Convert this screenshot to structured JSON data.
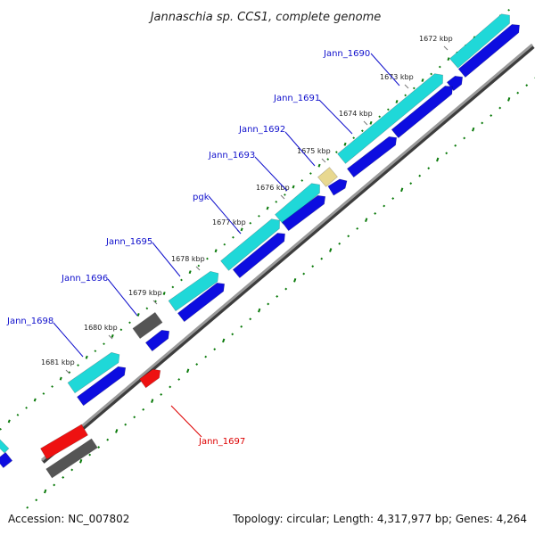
{
  "title": "Jannaschia sp. CCS1, complete genome",
  "footer": {
    "accession": "Accession: NC_007802",
    "stats": "Topology: circular; Length: 4,317,977 bp; Genes: 4,264"
  },
  "colors": {
    "backbone": "#8c8c8c",
    "backbone_shadow": "#444444",
    "gc_skew": "#0a7a0a",
    "label_blue": "#1010cc",
    "label_red": "#dd0000",
    "cds_forward": "#1fd8d8",
    "cds_reverse": "#0d0de0",
    "gene_pseudo": "#555555",
    "gene_red": "#ee1111",
    "gene_tan": "#e8d890"
  },
  "ticks": [
    {
      "label": "1672 kbp"
    },
    {
      "label": "1673 kbp"
    },
    {
      "label": "1674 kbp"
    },
    {
      "label": "1675 kbp"
    },
    {
      "label": "1676 kbp"
    },
    {
      "label": "1677 kbp"
    },
    {
      "label": "1678 kbp"
    },
    {
      "label": "1679 kbp"
    },
    {
      "label": "1680 kbp"
    },
    {
      "label": "1681 kbp"
    }
  ],
  "gene_labels": [
    {
      "name": "Jann_1690",
      "color": "blue"
    },
    {
      "name": "Jann_1691",
      "color": "blue"
    },
    {
      "name": "Jann_1692",
      "color": "blue"
    },
    {
      "name": "Jann_1693",
      "color": "blue"
    },
    {
      "name": "pgk",
      "color": "blue"
    },
    {
      "name": "Jann_1695",
      "color": "blue"
    },
    {
      "name": "Jann_1696",
      "color": "blue"
    },
    {
      "name": "Jann_1698",
      "color": "blue"
    },
    {
      "name": "Jann_1697",
      "color": "red"
    }
  ]
}
